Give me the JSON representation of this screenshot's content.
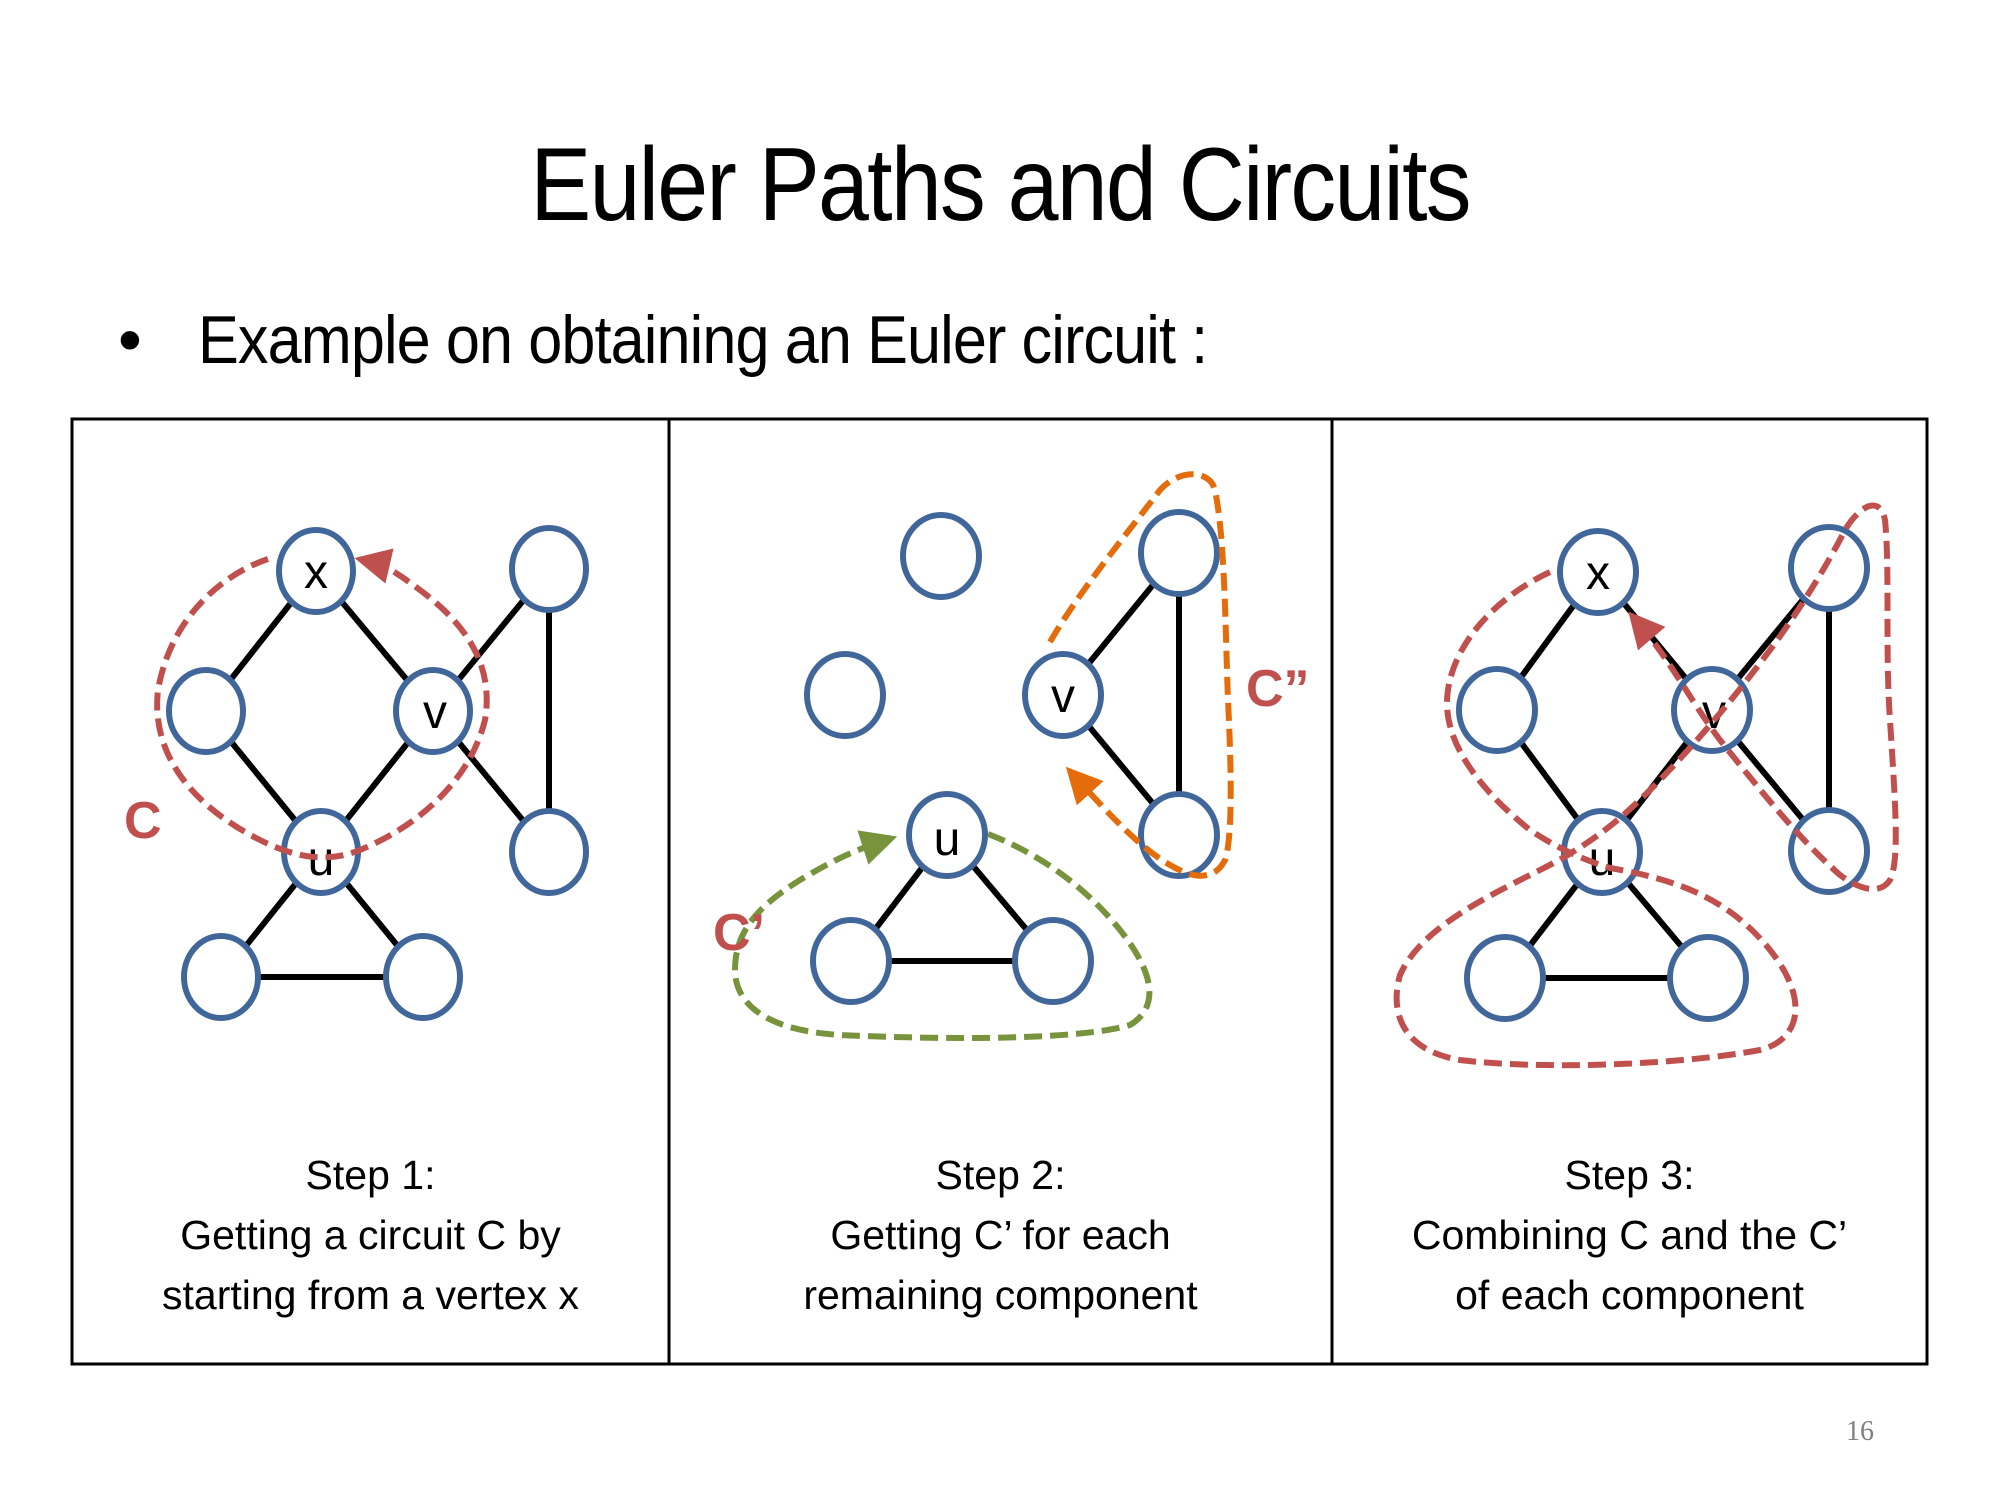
{
  "slide": {
    "title": "Euler Paths and Circuits",
    "bullet": "Example on obtaining an Euler circuit :",
    "page_number": "16"
  },
  "colors": {
    "node_stroke": "#41669a",
    "edge": "#000000",
    "circuit_c": "#c0504d",
    "circuit_c_prime": "#77933c",
    "circuit_c_double_prime": "#e46c0a",
    "label_red": "#c0504d"
  },
  "panels": [
    {
      "id": "step1",
      "caption": [
        "Step 1:",
        "Getting a circuit C by",
        "starting from a vertex x"
      ],
      "node_labels": {
        "x": "x",
        "v": "v",
        "u": "u"
      },
      "circuit_labels": [
        {
          "text": "C",
          "color": "#c0504d"
        }
      ]
    },
    {
      "id": "step2",
      "caption": [
        "Step 2:",
        "Getting C’ for each",
        "remaining component"
      ],
      "node_labels": {
        "v": "v",
        "u": "u"
      },
      "circuit_labels": [
        {
          "text": "C’",
          "color": "#c0504d"
        },
        {
          "text": "C”",
          "color": "#c0504d"
        }
      ]
    },
    {
      "id": "step3",
      "caption": [
        "Step 3:",
        "Combining C and the C’",
        "of each component"
      ],
      "node_labels": {
        "x": "x",
        "v": "v",
        "u": "u"
      },
      "circuit_labels": []
    }
  ]
}
